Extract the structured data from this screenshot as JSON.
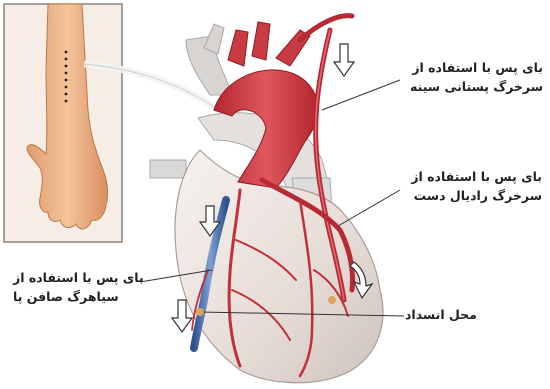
{
  "labels": {
    "mammary": {
      "line1": "بای پس با استفاده از",
      "line2": "سرخرگ پستانی سینه"
    },
    "radial": {
      "line1": "بای پس با استفاده از",
      "line2": "سرخرگ رادیال دست"
    },
    "saphenous": {
      "line1": "بای پس با استفاده از",
      "line2": "سیاهرگ صافن پا"
    },
    "blockage": {
      "line1": "محل انسداد"
    }
  },
  "colors": {
    "artery": "#c2303a",
    "artery_highlight": "#e46a6f",
    "vein_graft": "#4a6fa8",
    "heart_body": "#ece5e1",
    "skin": "#f0b68a",
    "inset_bg": "#f6eee6"
  }
}
